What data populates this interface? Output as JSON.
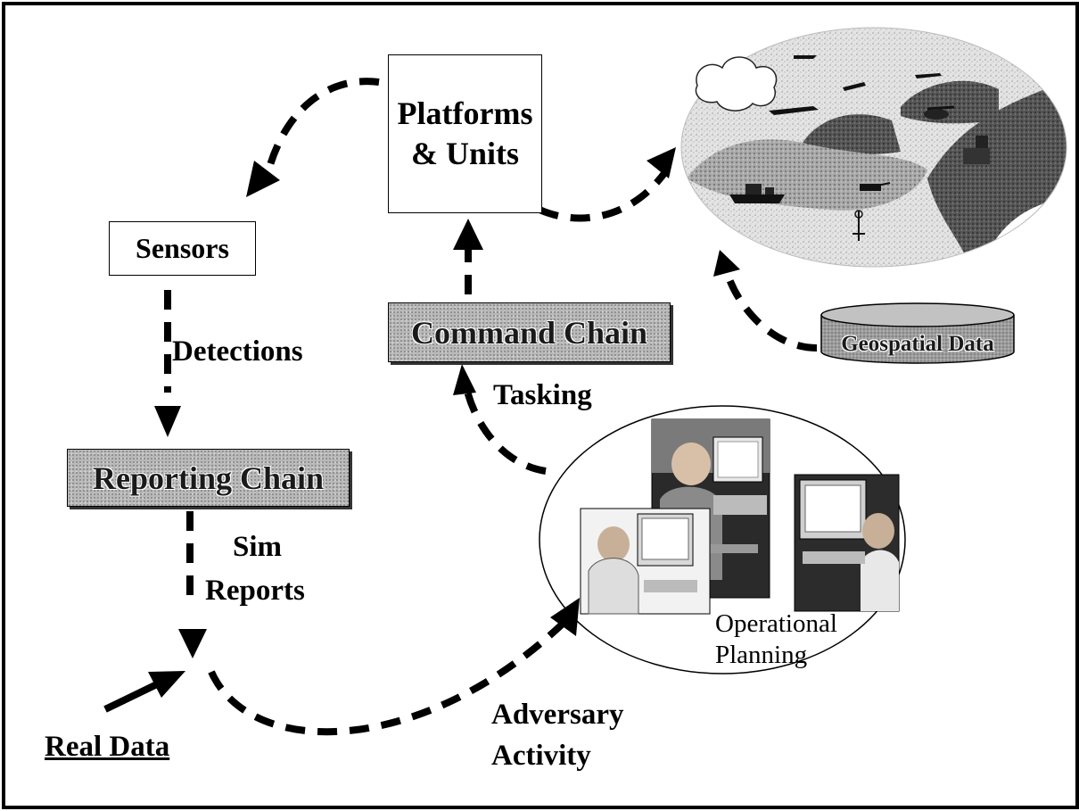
{
  "nodes": {
    "platforms_line1": "Platforms",
    "platforms_line2": "& Units",
    "sensors": "Sensors",
    "command_chain": "Command Chain",
    "reporting_chain": "Reporting Chain",
    "geospatial_data": "Geospatial Data",
    "operational_line1": "Operational",
    "operational_line2": "Planning"
  },
  "edge_labels": {
    "detections": "Detections",
    "tasking": "Tasking",
    "sim": "Sim",
    "reports": "Reports",
    "adversary": "Adversary",
    "activity": "Activity",
    "real_data": "Real Data"
  }
}
